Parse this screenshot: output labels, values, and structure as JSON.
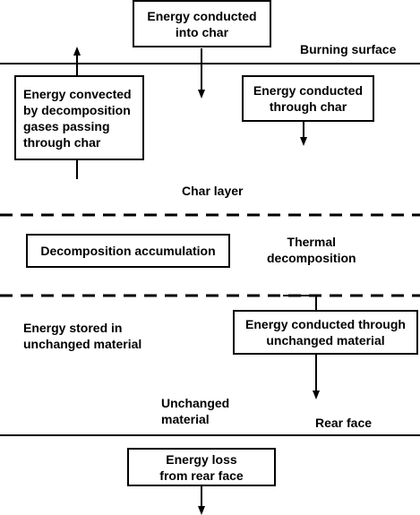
{
  "boxes": {
    "energy_into_char": "Energy conducted\ninto char",
    "energy_convected": "Energy convected\nby decomposition\ngases passing\nthrough char",
    "energy_through_char": "Energy conducted\nthrough char",
    "decomposition_accumulation": "Decomposition accumulation",
    "energy_stored": "Energy stored in\nunchanged material",
    "energy_through_unchanged": "Energy conducted through\nunchanged material",
    "energy_loss_rear": "Energy loss\nfrom rear face"
  },
  "labels": {
    "burning_surface": "Burning surface",
    "char_layer": "Char layer",
    "thermal_decomposition": "Thermal\ndecomposition",
    "unchanged_material": "Unchanged\nmaterial",
    "rear_face": "Rear face"
  }
}
